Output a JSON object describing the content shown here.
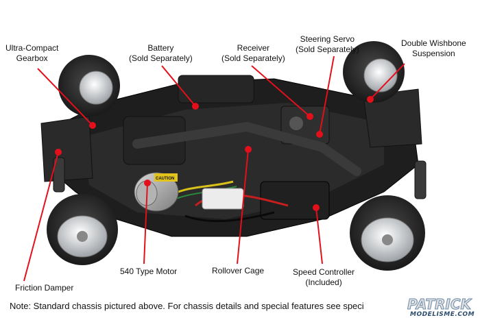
{
  "labels": {
    "gearbox": [
      "Ultra-Compact",
      "Gearbox"
    ],
    "battery": [
      "Battery",
      "(Sold Separately)"
    ],
    "receiver": [
      "Receiver",
      "(Sold Separately)"
    ],
    "servo": [
      "Steering Servo",
      "(Sold Separately)"
    ],
    "wishbone": [
      "Double Wishbone",
      "Suspension"
    ],
    "damper": [
      "Friction Damper"
    ],
    "motor": [
      "540 Type Motor"
    ],
    "cage": [
      "Rollover Cage"
    ],
    "esc": [
      "Speed Controller",
      "(Included)"
    ]
  },
  "motor_sticker": "CAUTION",
  "note": "Note: Standard chassis pictured above. For chassis details and special features see speci",
  "watermark": {
    "top": "PATRICK",
    "bottom": "MODELISME.COM"
  },
  "colors": {
    "leader": "#e3101c",
    "chassis": "#1c1c1c",
    "tire": "#2a2a2a",
    "rim": "#d8dadc"
  }
}
